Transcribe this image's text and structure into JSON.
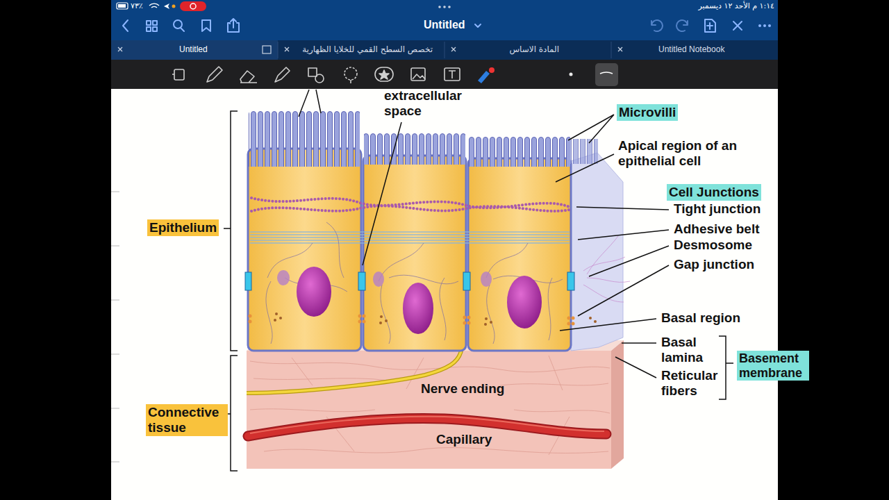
{
  "diagram": {
    "labels": [
      "١:١٤ م الأحد ١٢ ديسمبر",
      "٧٣٪",
      "Untitled",
      "Untitled",
      "تخصص السطح القمي للخلايا الظهارية",
      "المادة الاساس",
      "Untitled Notebook",
      "extracellular space",
      "Microvilli",
      "Apical region of an epithelial cell",
      "Cell Junctions",
      "Tight junction",
      "Adhesive belt",
      "Desmosome",
      "Gap junction",
      "Basal region",
      "Basal lamina",
      "Reticular fibers",
      "Basement membrane",
      "Epithelium",
      "Connective tissue",
      "Nerve ending",
      "Capillary"
    ]
  }
}
